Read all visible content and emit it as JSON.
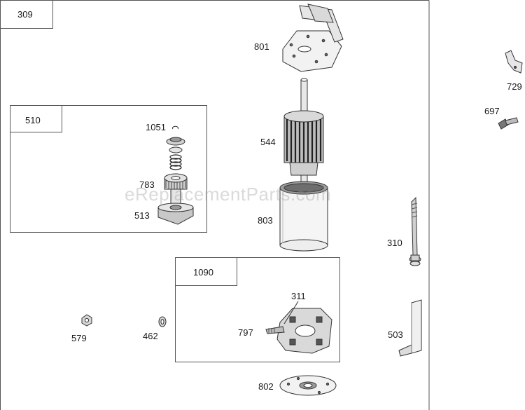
{
  "assembly_number": "309",
  "subassemblies": [
    {
      "id": "510",
      "parts": [
        "1051",
        "783",
        "513"
      ]
    },
    {
      "id": "1090",
      "parts": [
        "311",
        "797"
      ]
    }
  ],
  "part_labels": {
    "p801": "801",
    "p544": "544",
    "p803": "803",
    "p729": "729",
    "p697": "697",
    "p310": "310",
    "p503": "503",
    "p579": "579",
    "p462": "462",
    "p802": "802",
    "p1051": "1051",
    "p783": "783",
    "p513": "513",
    "p311": "311",
    "p797": "797"
  },
  "watermark": "eReplacementParts.com"
}
